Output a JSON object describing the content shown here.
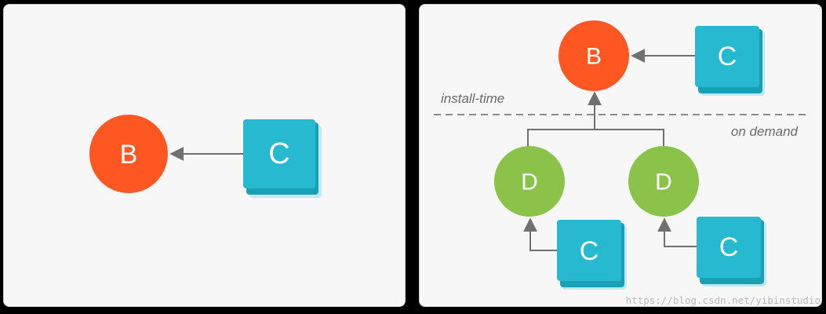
{
  "colors": {
    "module_b": "#ff5722",
    "module_c": "#26b9cf",
    "module_c_shadow": "#1aa0b4",
    "module_d": "#8bc34a",
    "arrow": "#707070",
    "divider": "#8a8a8a"
  },
  "left_panel": {
    "node_b": "B",
    "node_c": "C"
  },
  "right_panel": {
    "node_b": "B",
    "node_c_top": "C",
    "node_d_left": "D",
    "node_d_right": "D",
    "node_c_left": "C",
    "node_c_right": "C",
    "label_install_time": "install-time",
    "label_on_demand": "on demand"
  },
  "watermark": "https://blog.csdn.net/yibinstudio"
}
